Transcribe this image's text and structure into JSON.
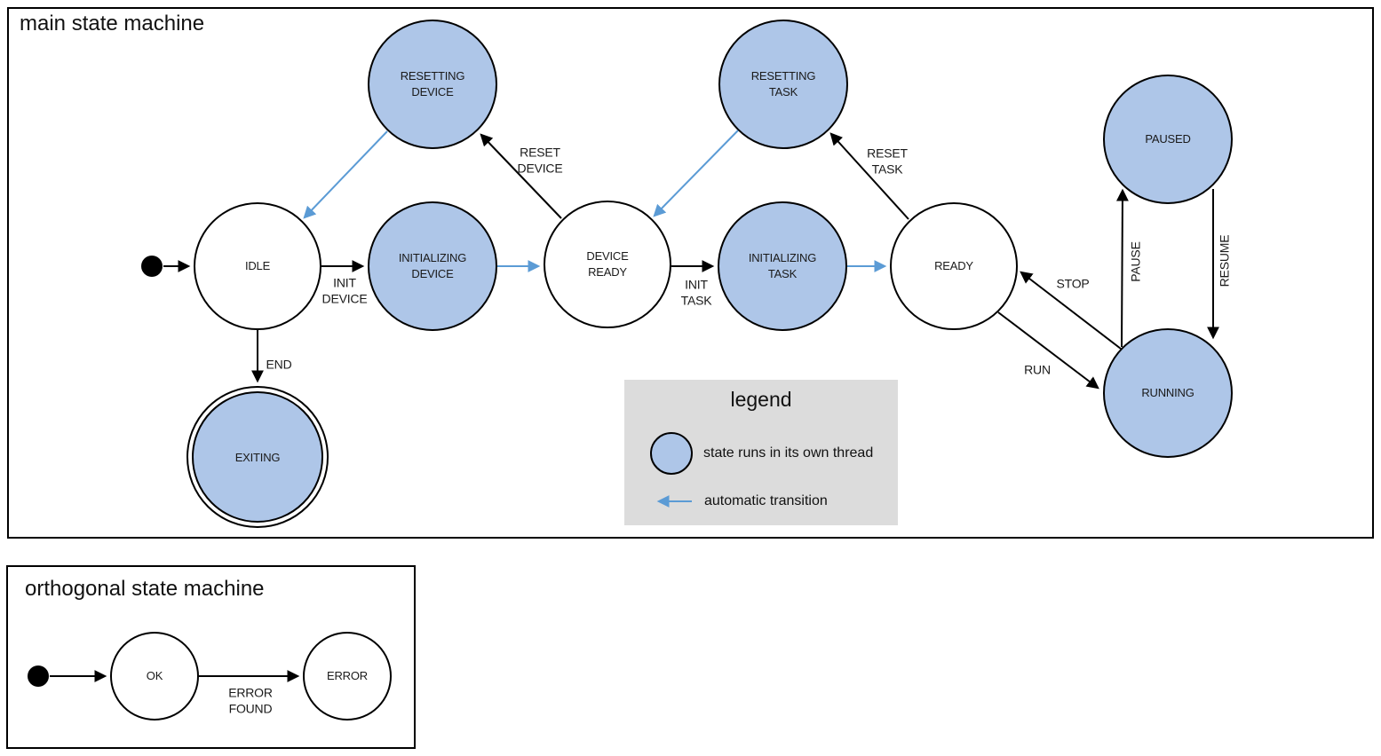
{
  "colors": {
    "thread_state_fill": "#aec6e8",
    "state_stroke": "#000000",
    "auto_transition_arrow": "#5b9bd5",
    "legend_background": "#dcdcdc"
  },
  "main": {
    "title": "main state machine",
    "states": {
      "idle": "IDLE",
      "initializing_device": "INITIALIZING\nDEVICE",
      "device_ready": "DEVICE\nREADY",
      "initializing_task": "INITIALIZING\nTASK",
      "ready": "READY",
      "resetting_device": "RESETTING\nDEVICE",
      "resetting_task": "RESETTING\nTASK",
      "paused": "PAUSED",
      "running": "RUNNING",
      "exiting": "EXITING"
    },
    "transitions": {
      "init_device": "INIT\nDEVICE",
      "reset_device": "RESET\nDEVICE",
      "init_task": "INIT\nTASK",
      "reset_task": "RESET\nTASK",
      "stop": "STOP",
      "run": "RUN",
      "pause": "PAUSE",
      "resume": "RESUME",
      "end": "END"
    },
    "legend": {
      "title": "legend",
      "thread_item": "state runs in its own thread",
      "auto_item": "automatic transition"
    }
  },
  "orthogonal": {
    "title": "orthogonal state machine",
    "states": {
      "ok": "OK",
      "error": "ERROR"
    },
    "transitions": {
      "error_found": "ERROR\nFOUND"
    }
  }
}
